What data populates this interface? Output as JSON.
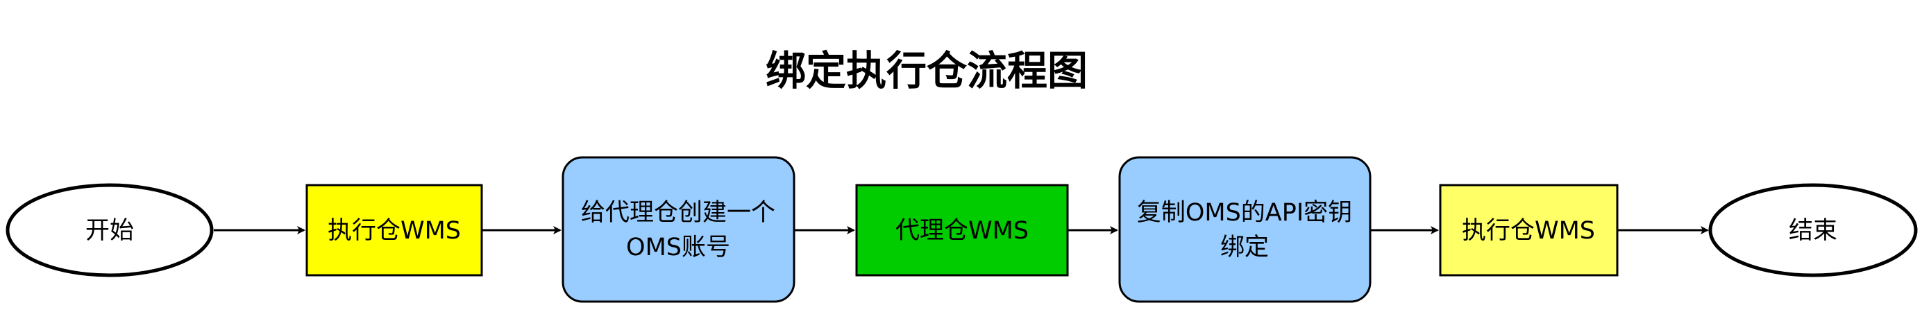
{
  "title": "绑定执行仓流程图",
  "colors": {
    "stroke": "#000000",
    "exec_warehouse": "#FFFF00",
    "agent_request": "#99CCFF",
    "agent_warehouse": "#00CC00",
    "copy_bind": "#99CCFF",
    "exec_warehouse_final": "#FFFF66",
    "terminal": "#FFFFFF"
  },
  "nodes": {
    "start": {
      "label": "开始",
      "icon": "terminal-ellipse"
    },
    "exec_wms_1": {
      "label": "执行仓WMS",
      "icon": "process-box"
    },
    "create_account": {
      "label_line1": "给代理仓创建一个",
      "label_line2": "OMS账号",
      "icon": "rounded-process-box"
    },
    "agent_wms": {
      "label": "代理仓WMS",
      "icon": "process-box"
    },
    "copy_bind": {
      "label_line1": "复制OMS的API密钥",
      "label_line2": "绑定",
      "icon": "rounded-process-box"
    },
    "exec_wms_2": {
      "label": "执行仓WMS",
      "icon": "process-box"
    },
    "end": {
      "label": "结束",
      "icon": "terminal-ellipse"
    }
  },
  "edges": [
    {
      "from": "开始",
      "to": "执行仓WMS"
    },
    {
      "from": "执行仓WMS",
      "to": "给代理仓创建一个OMS账号"
    },
    {
      "from": "给代理仓创建一个OMS账号",
      "to": "代理仓WMS"
    },
    {
      "from": "代理仓WMS",
      "to": "复制OMS的API密钥绑定"
    },
    {
      "from": "复制OMS的API密钥绑定",
      "to": "执行仓WMS"
    },
    {
      "from": "执行仓WMS",
      "to": "结束"
    }
  ]
}
